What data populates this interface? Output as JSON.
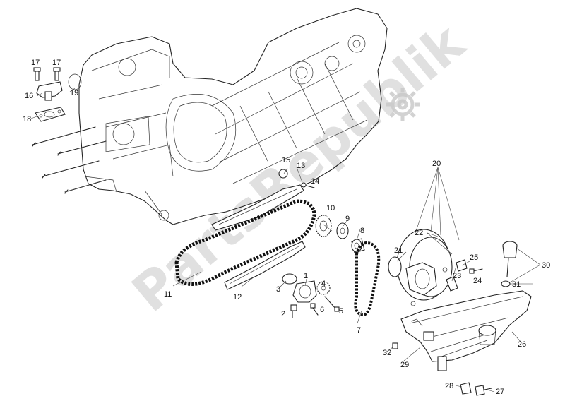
{
  "watermark": {
    "text": "PartsRepublik",
    "icon": "gear-icon"
  },
  "labels": {
    "p1": "1",
    "p2": "2",
    "p3": "3",
    "p4": "4",
    "p5": "5",
    "p6": "6",
    "p7": "7",
    "p8": "8",
    "p9": "9",
    "p10": "10",
    "p11": "11",
    "p12": "12",
    "p13": "13",
    "p14": "14",
    "p15": "15",
    "p16": "16",
    "p17a": "17",
    "p17b": "17",
    "p18": "18",
    "p19": "19",
    "p20": "20",
    "p21": "21",
    "p22": "22",
    "p23": "23",
    "p24": "24",
    "p25": "25",
    "p26": "26",
    "p27": "27",
    "p28": "28",
    "p29": "29",
    "p30": "30",
    "p31": "31",
    "p32": "32"
  }
}
